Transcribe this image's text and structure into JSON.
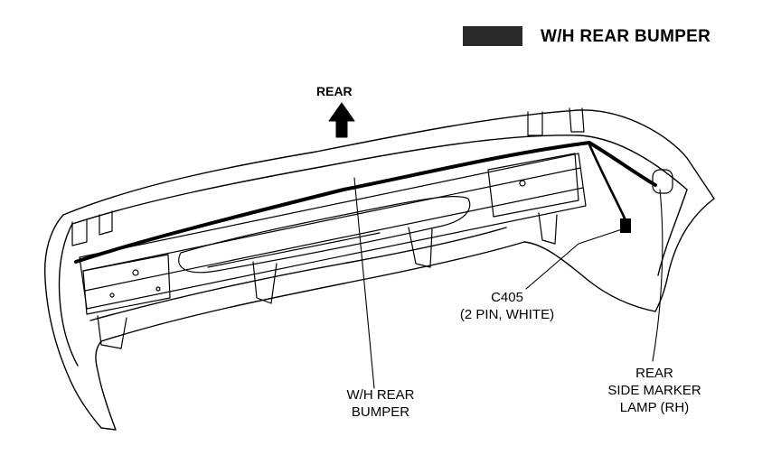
{
  "legend": {
    "title": "W/H REAR BUMPER",
    "swatch_color": "#2a2a2a"
  },
  "direction": {
    "label": "REAR",
    "icon": "up-arrow-icon"
  },
  "callouts": {
    "harness": {
      "line1": "W/H REAR",
      "line2": "BUMPER"
    },
    "connector": {
      "line1": "C405",
      "line2": "(2 PIN, WHITE)"
    },
    "lamp": {
      "line1": "REAR",
      "line2": "SIDE MARKER",
      "line3": "LAMP (RH)"
    }
  }
}
